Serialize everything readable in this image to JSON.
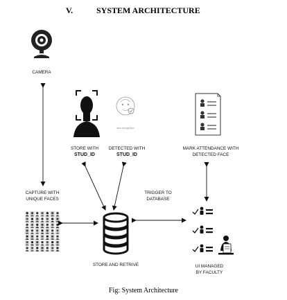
{
  "heading": {
    "number": "V.",
    "title": "SYSTEM ARCHITECTURE"
  },
  "nodes": {
    "camera": {
      "label": "CAMERA",
      "icon": "webcam-icon"
    },
    "store_with": {
      "line1": "STORE WITH",
      "line2": "STUD_ID",
      "icon": "person-face-scan-icon"
    },
    "detected_with": {
      "line1": "DETECTED WITH",
      "line2": "STUD_ID",
      "icon": "face-recognition-icon",
      "icon_text": "face recognition"
    },
    "mark_attendance": {
      "line1": "MARK ATTENDANCE WITH",
      "line2": "DETECTED FACE",
      "icon": "attendance-sheet-icon"
    },
    "capture": {
      "line1": "CAPTURE WITH",
      "line2": "UNIQUE FACES",
      "icon": "face-grid-icon"
    },
    "trigger": {
      "line1": "TRIGGER TO",
      "line2": "DATABASE"
    },
    "database": {
      "label": "STORE AND RETRIVE",
      "icon": "database-icon"
    },
    "ui": {
      "line1": "UI MANAGED",
      "line2": "BY FACULTY",
      "icon": "ui-checklist-icon"
    }
  },
  "caption": "Fig: System Architecture"
}
